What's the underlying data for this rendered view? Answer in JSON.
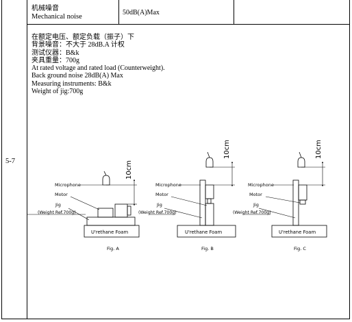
{
  "row_header": {
    "label_cn": "机械噪音",
    "label_en": "Mechanical noise",
    "value": "50dB(A)Max"
  },
  "section_number": "5-7",
  "notes": [
    "在额定电压、额定负载（振子）下",
    "背景噪音：不大于 28dB.A 计权",
    "测试仪器：B&k",
    "夹具重量：700g",
    "At rated voltage and rated load (Counterweight).",
    "Back ground noise 28dB(A) Max",
    "Measuring instruments: B&k",
    "Weight of jig:700g"
  ],
  "figures": {
    "fig_a": {
      "caption": "Fig. A",
      "distance": "10cm",
      "microphone": "Microphone",
      "motor": "Motor",
      "jig": "Jig",
      "jig_weight": "(Weight Ref.700g)",
      "foam": "U'rethane Foam"
    },
    "fig_b": {
      "caption": "Fig. B",
      "distance": "10cm",
      "microphone": "Microphone",
      "motor": "Motor",
      "jig": "Jig",
      "jig_weight": "(Weight Ref.700g)",
      "foam": "U'rethane Foam"
    },
    "fig_c": {
      "caption": "Fig. C",
      "distance": "10cm",
      "microphone": "Microphone",
      "motor": "Motor",
      "jig": "Jig",
      "jig_weight": "(Weight Ref.700g)",
      "foam": "U'rethane Foam"
    }
  }
}
